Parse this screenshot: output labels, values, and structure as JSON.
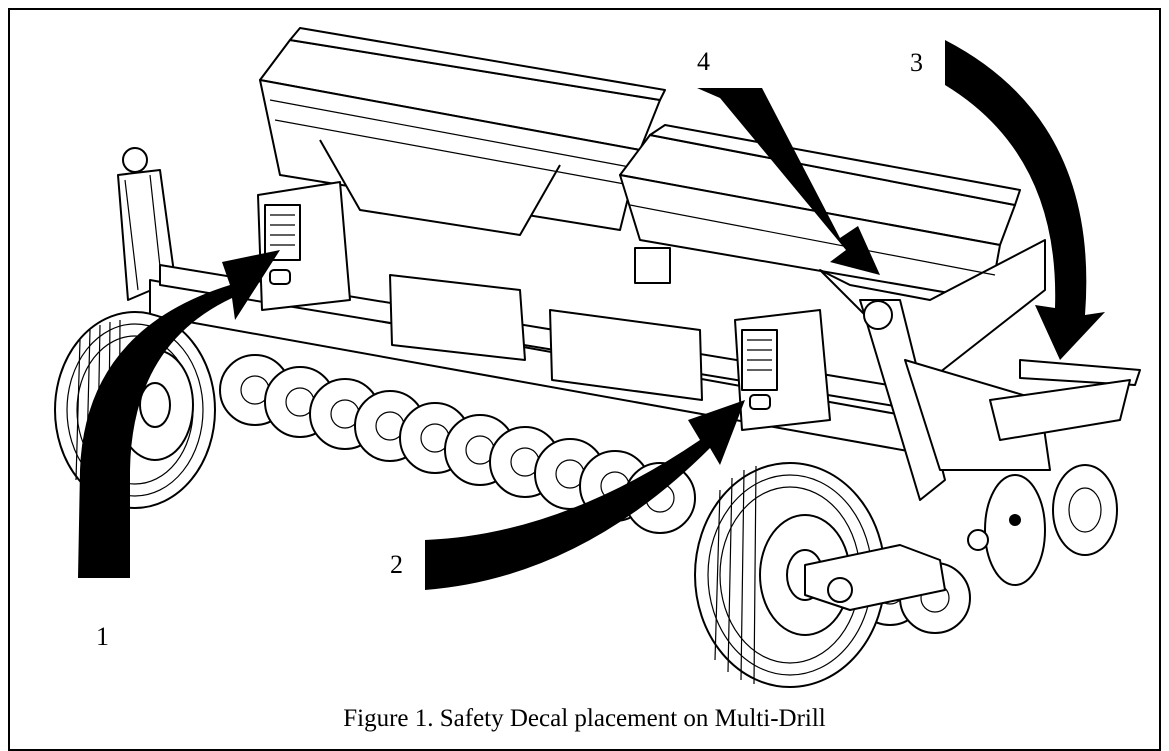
{
  "figure": {
    "caption": "Figure 1. Safety Decal placement on Multi-Drill",
    "callouts": [
      {
        "id": "1",
        "label": "1"
      },
      {
        "id": "2",
        "label": "2"
      },
      {
        "id": "3",
        "label": "3"
      },
      {
        "id": "4",
        "label": "4"
      }
    ]
  }
}
